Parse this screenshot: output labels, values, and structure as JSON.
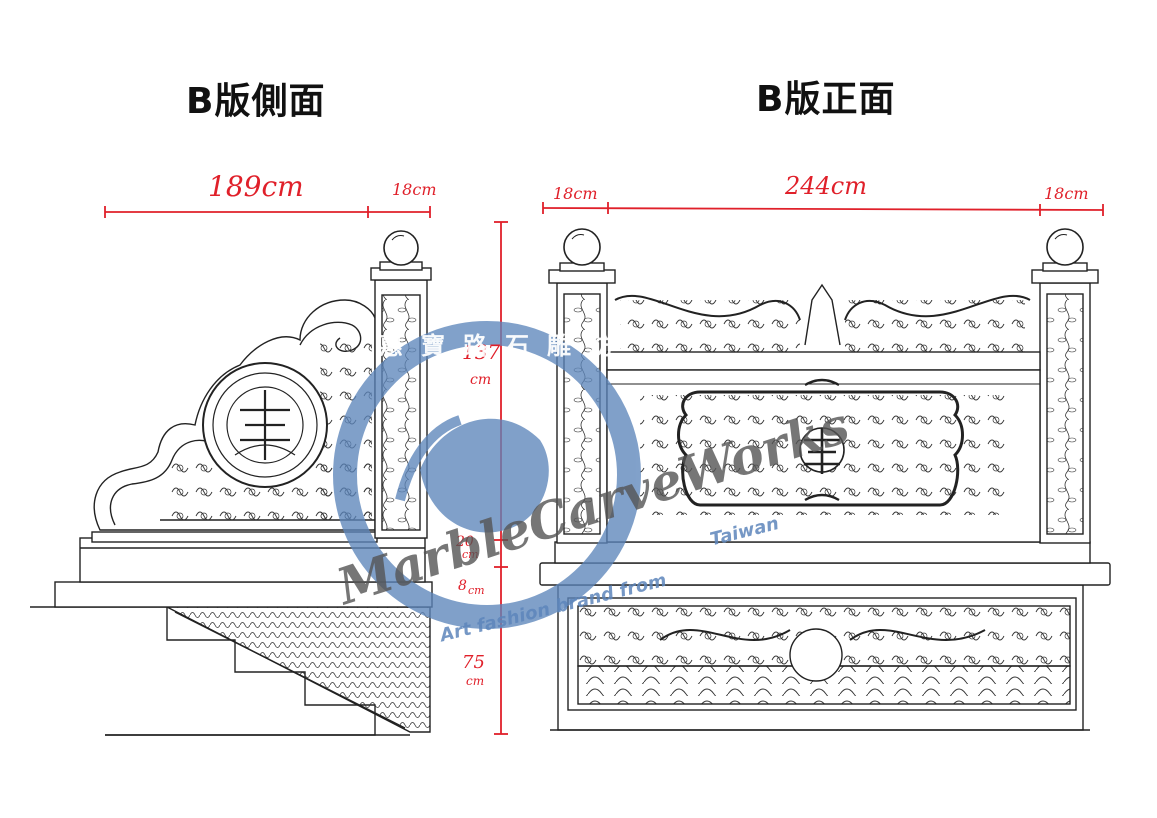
{
  "titles": {
    "side": "B版側面",
    "front": "B版正面"
  },
  "dimensions": {
    "side_width": "189cm",
    "side_post": "18cm",
    "front_left_post": "18cm",
    "front_width": "244cm",
    "front_right_post": "18cm",
    "height_total_value": "137",
    "height_total_unit": "cm",
    "height_mid_value": "20",
    "height_mid_unit": "cm",
    "height_band_value": "8",
    "height_band_unit": "cm",
    "height_base_value": "75",
    "height_base_unit": "cm"
  },
  "watermark": {
    "chinese_name": "惠寶路石雕坊",
    "brand": "MarbleCarveWorks",
    "tagline": "Art fashion brand from",
    "country": "Taiwan"
  },
  "colors": {
    "dimension_red": "#e0202a",
    "watermark_blue": "#5d86bb",
    "line_black": "#222222"
  }
}
